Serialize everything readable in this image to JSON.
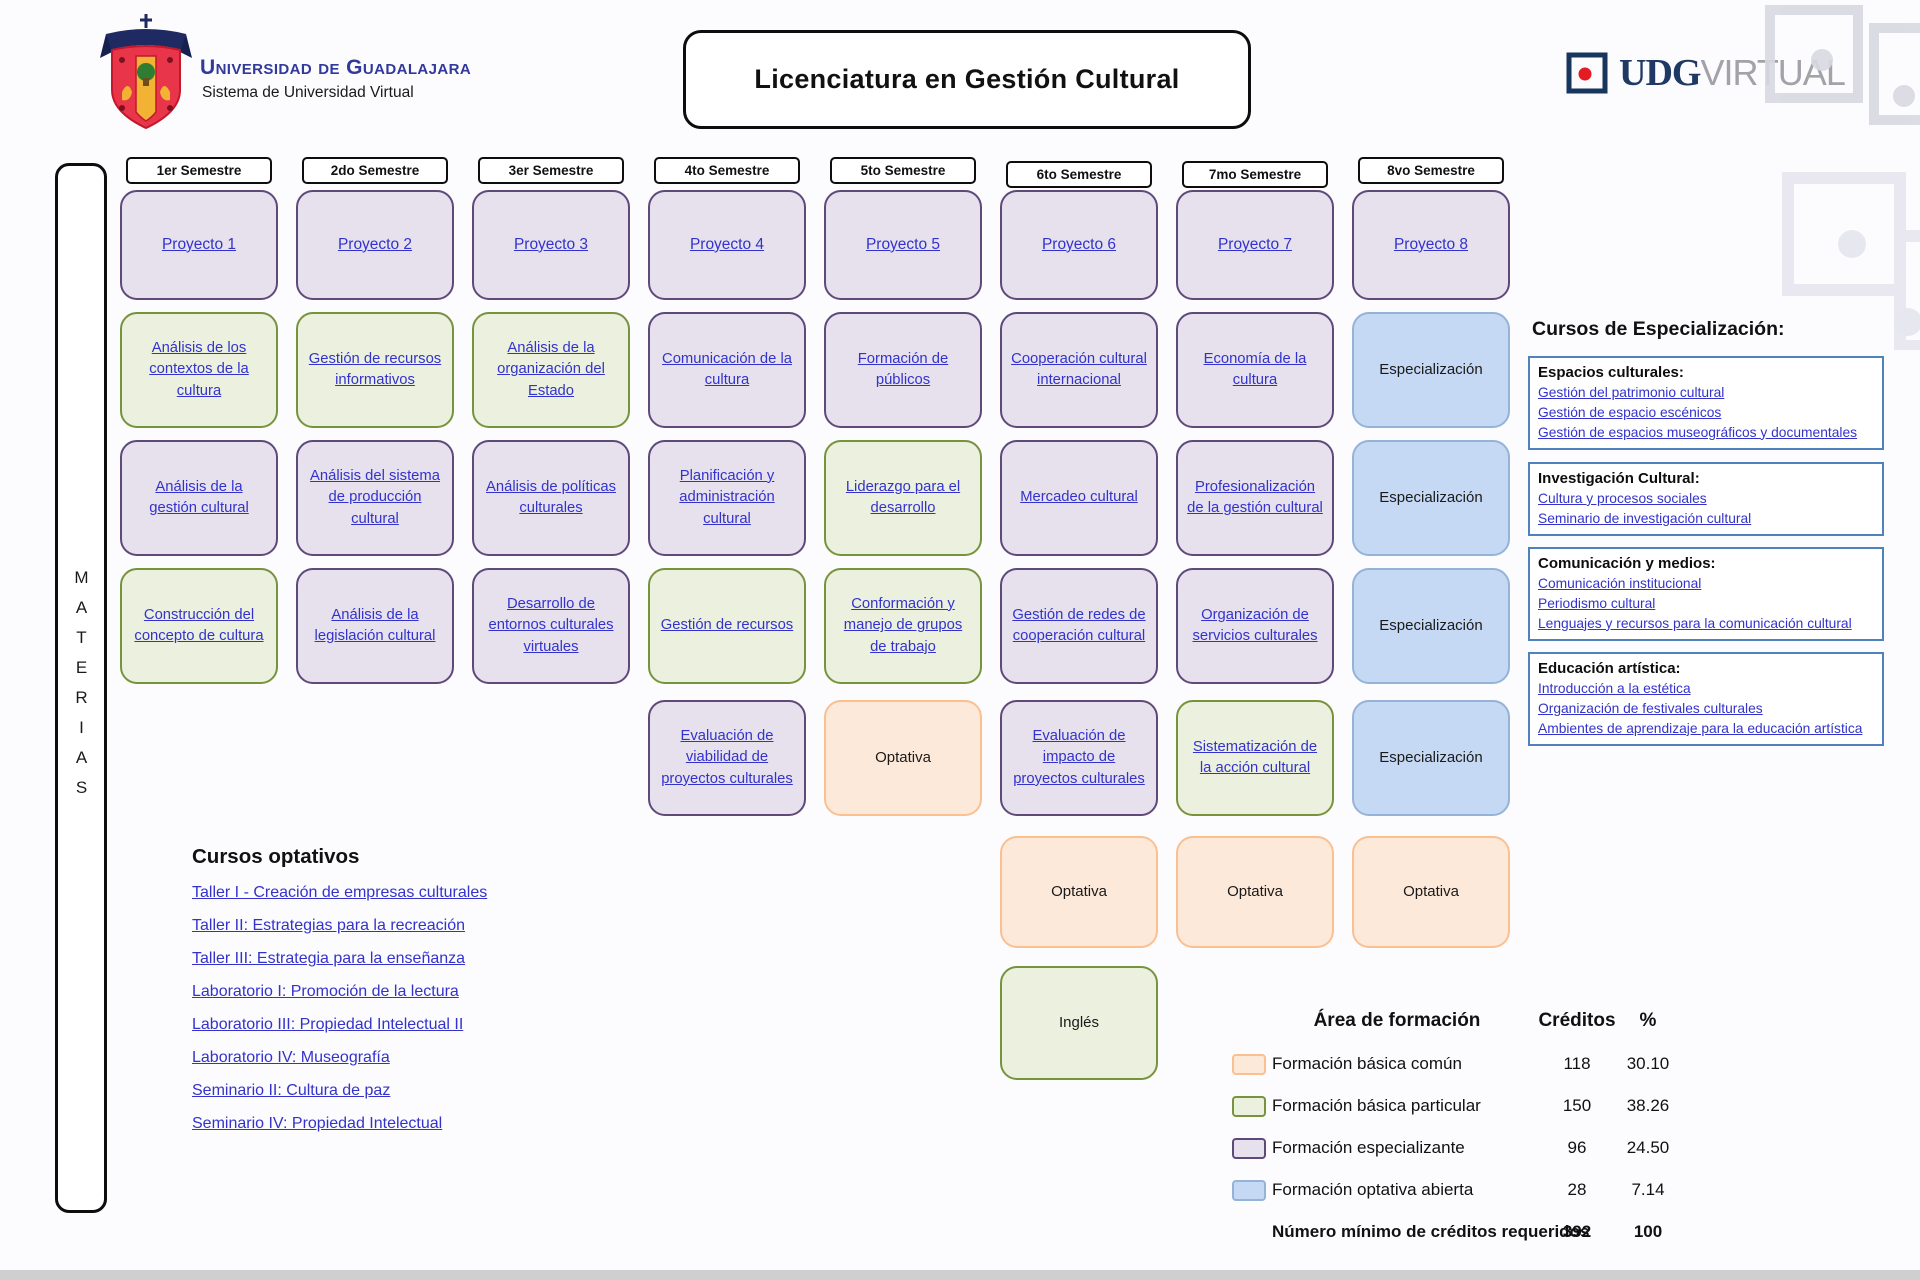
{
  "header": {
    "university": "Universidad de Guadalajara",
    "system": "Sistema de Universidad Virtual",
    "program_title": "Licenciatura en Gestión Cultural",
    "brand": {
      "udg": "UDG",
      "virtual": "VIRTUAL"
    }
  },
  "sidebar": {
    "label": "MATERIAS"
  },
  "palette": {
    "basica_comun": {
      "fill": "#FDE9D9",
      "border": "#FAC090"
    },
    "basica_particular": {
      "fill": "#EBF1DE",
      "border": "#77933C"
    },
    "especializante": {
      "fill": "#E6E1ED",
      "border": "#5F497A"
    },
    "optativa_abierta": {
      "fill": "#C6D9F4",
      "border": "#95B3D7"
    },
    "link_blue": "#3333CC",
    "panel_border_blue": "#4F81BD"
  },
  "semesters": [
    {
      "header": "1er Semestre",
      "courses": [
        {
          "label": "Proyecto 1",
          "type": "especializante",
          "link": true
        },
        {
          "label": "Análisis de los contextos de la cultura",
          "type": "basica_particular",
          "link": true
        },
        {
          "label": "Análisis de la gestión cultural",
          "type": "especializante",
          "link": true
        },
        {
          "label": "Construcción del concepto de cultura",
          "type": "basica_particular",
          "link": true
        }
      ]
    },
    {
      "header": "2do Semestre",
      "courses": [
        {
          "label": "Proyecto 2",
          "type": "especializante",
          "link": true
        },
        {
          "label": "Gestión de recursos informativos",
          "type": "basica_particular",
          "link": true
        },
        {
          "label": "Análisis del sistema de producción cultural",
          "type": "especializante",
          "link": true
        },
        {
          "label": "Análisis de la legislación cultural",
          "type": "especializante",
          "link": true
        }
      ]
    },
    {
      "header": "3er Semestre",
      "courses": [
        {
          "label": "Proyecto 3",
          "type": "especializante",
          "link": true
        },
        {
          "label": "Análisis de la organización del Estado",
          "type": "basica_particular",
          "link": true
        },
        {
          "label": "Análisis de políticas culturales",
          "type": "especializante",
          "link": true
        },
        {
          "label": "Desarrollo de entornos culturales virtuales",
          "type": "especializante",
          "link": true
        }
      ]
    },
    {
      "header": "4to Semestre",
      "courses": [
        {
          "label": "Proyecto 4",
          "type": "especializante",
          "link": true
        },
        {
          "label": "Comunicación de la cultura",
          "type": "especializante",
          "link": true
        },
        {
          "label": "Planificación y administración cultural",
          "type": "especializante",
          "link": true
        },
        {
          "label": "Gestión de recursos",
          "type": "basica_particular",
          "link": true
        },
        {
          "label": "Evaluación de viabilidad de proyectos culturales",
          "type": "especializante",
          "link": true
        }
      ]
    },
    {
      "header": "5to Semestre",
      "courses": [
        {
          "label": "Proyecto 5",
          "type": "especializante",
          "link": true
        },
        {
          "label": "Formación de públicos",
          "type": "especializante",
          "link": true
        },
        {
          "label": "Liderazgo para el desarrollo",
          "type": "basica_particular",
          "link": true
        },
        {
          "label": "Conformación y manejo de grupos de trabajo",
          "type": "basica_particular",
          "link": true
        },
        {
          "label": "Optativa",
          "type": "basica_comun",
          "link": false
        }
      ]
    },
    {
      "header": "6to Semestre",
      "courses": [
        {
          "label": "Proyecto 6",
          "type": "especializante",
          "link": true
        },
        {
          "label": "Cooperación cultural internacional",
          "type": "especializante",
          "link": true
        },
        {
          "label": "Mercadeo cultural",
          "type": "especializante",
          "link": true
        },
        {
          "label": "Gestión de redes de cooperación cultural",
          "type": "especializante",
          "link": true
        },
        {
          "label": "Evaluación de impacto de proyectos culturales",
          "type": "especializante",
          "link": true
        },
        {
          "label": "Optativa",
          "type": "basica_comun",
          "link": false
        },
        {
          "label": "Inglés",
          "type": "basica_particular",
          "link": false
        }
      ]
    },
    {
      "header": "7mo Semestre",
      "courses": [
        {
          "label": "Proyecto 7",
          "type": "especializante",
          "link": true
        },
        {
          "label": "Economía de la cultura",
          "type": "especializante",
          "link": true
        },
        {
          "label": "Profesionalización de la gestión cultural",
          "type": "especializante",
          "link": true
        },
        {
          "label": "Organización de servicios culturales",
          "type": "especializante",
          "link": true
        },
        {
          "label": "Sistematización de la acción cultural",
          "type": "basica_particular",
          "link": true
        },
        {
          "label": "Optativa",
          "type": "basica_comun",
          "link": false
        }
      ]
    },
    {
      "header": "8vo Semestre",
      "courses": [
        {
          "label": "Proyecto 8",
          "type": "especializante",
          "link": true
        },
        {
          "label": "Especialización",
          "type": "optativa_abierta",
          "link": false
        },
        {
          "label": "Especialización",
          "type": "optativa_abierta",
          "link": false
        },
        {
          "label": "Especialización",
          "type": "optativa_abierta",
          "link": false
        },
        {
          "label": "Especialización",
          "type": "optativa_abierta",
          "link": false
        },
        {
          "label": "Optativa",
          "type": "basica_comun",
          "link": false
        }
      ]
    }
  ],
  "specialization_panel": {
    "title": "Cursos de Especialización:",
    "groups": [
      {
        "title": "Espacios culturales:",
        "courses": [
          "Gestión del patrimonio cultural",
          "Gestión de espacio escénicos",
          "Gestión de espacios museográficos y documentales"
        ]
      },
      {
        "title": "Investigación Cultural:",
        "courses": [
          "Cultura y procesos sociales",
          "Seminario de investigación cultural"
        ]
      },
      {
        "title": "Comunicación y medios:",
        "courses": [
          "Comunicación institucional",
          "Periodismo cultural",
          "Lenguajes y recursos para la comunicación cultural"
        ]
      },
      {
        "title": "Educación artística:",
        "courses": [
          "Introducción a la estética",
          "Organización de festivales culturales",
          "Ambientes de aprendizaje para la educación artística"
        ]
      }
    ]
  },
  "optional_courses": {
    "title": "Cursos optativos",
    "courses": [
      "Taller I - Creación de empresas culturales",
      "Taller II: Estrategias para la recreación",
      "Taller III: Estrategia para la enseñanza",
      "Laboratorio I: Promoción de la lectura",
      "Laboratorio III: Propiedad Intelectual II",
      "Laboratorio IV: Museografía",
      "Seminario II: Cultura de paz",
      "Seminario IV: Propiedad Intelectual"
    ]
  },
  "legend": {
    "title": "Área de formación",
    "col_credits": "Créditos",
    "col_percent": "%",
    "rows": [
      {
        "label": "Formación básica común",
        "type": "basica_comun",
        "credits": "118",
        "percent": "30.10"
      },
      {
        "label": "Formación básica particular",
        "type": "basica_particular",
        "credits": "150",
        "percent": "38.26"
      },
      {
        "label": "Formación especializante",
        "type": "especializante",
        "credits": "96",
        "percent": "24.50"
      },
      {
        "label": "Formación optativa abierta",
        "type": "optativa_abierta",
        "credits": "28",
        "percent": "7.14"
      }
    ],
    "total": {
      "label": "Número mínimo de créditos requeridos",
      "credits": "392",
      "percent": "100"
    }
  }
}
